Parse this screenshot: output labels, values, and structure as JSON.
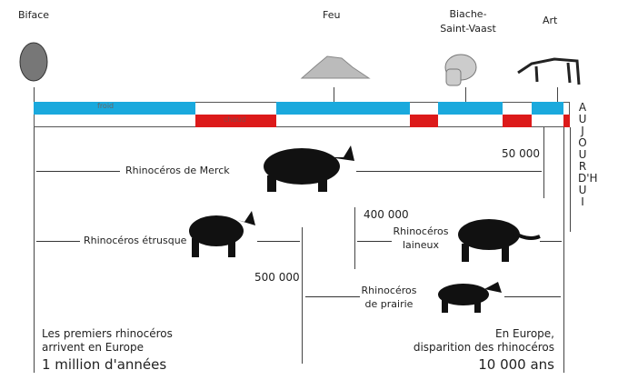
{
  "milestones": [
    "Biface",
    "Feu",
    "Biache-\nSaint-Vaast",
    "Art"
  ],
  "climate": {
    "cold_label": "froid",
    "warm_label": "chaud",
    "blue": "#1aa9dd",
    "red": "#dc1a1a"
  },
  "today": "AUJOURD'HUI",
  "species": [
    {
      "name": "Rhinocéros de Merck",
      "date": "50 000"
    },
    {
      "name": "Rhinocéros étrusque",
      "date": "500 000"
    },
    {
      "name": "Rhinocéros\nlaineux",
      "date": "400 000"
    },
    {
      "name": "Rhinocéros\nde prairie"
    }
  ],
  "start": {
    "text": "Les premiers rhinocéros\narrivent en Europe",
    "date": "1 million d'années"
  },
  "end": {
    "text": "En Europe,\ndisparition des rhinocéros",
    "date": "10 000 ans"
  }
}
